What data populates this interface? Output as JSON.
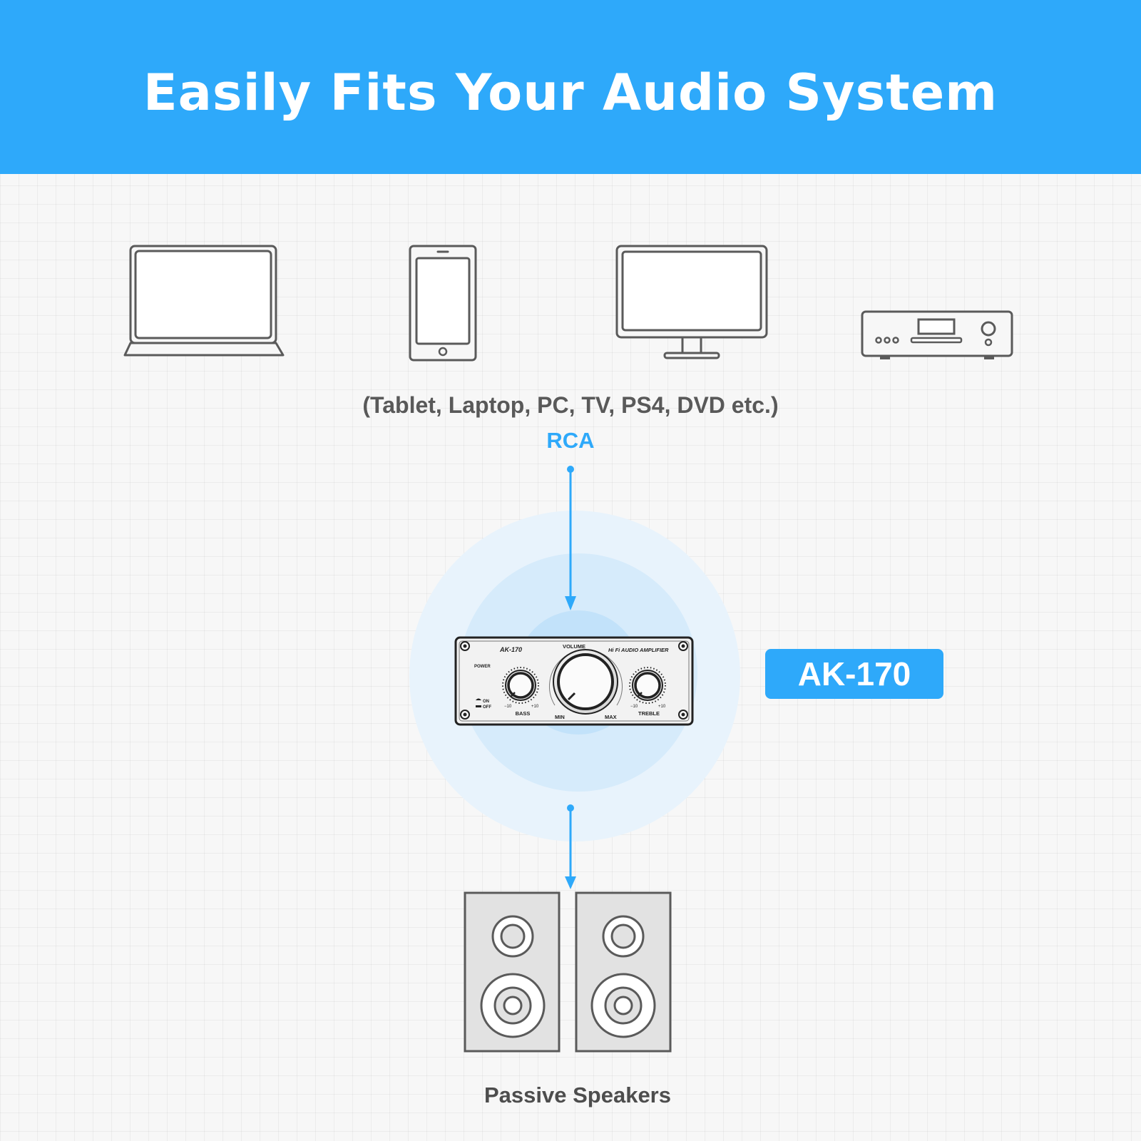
{
  "header": {
    "title": "Easily Fits Your Audio System",
    "background_color": "#2ea9fa"
  },
  "sources": {
    "devices": [
      {
        "icon": "laptop-icon"
      },
      {
        "icon": "smartphone-icon"
      },
      {
        "icon": "monitor-icon"
      },
      {
        "icon": "dvd-player-icon"
      }
    ],
    "caption": "(Tablet, Laptop, PC, TV, PS4, DVD etc.)"
  },
  "connection": {
    "label": "RCA",
    "color": "#2ea9fa"
  },
  "amplifier": {
    "model": "AK-170",
    "subtitle": "Hi Fi AUDIO AMPLIFIER",
    "power_label": "POWER",
    "on_label": "ON",
    "off_label": "OFF",
    "volume_label": "VOLUME",
    "volume_min": "MIN",
    "volume_max": "MAX",
    "bass_label": "BASS",
    "treble_label": "TREBLE",
    "scale_min": "−10",
    "scale_max": "+10"
  },
  "badge": {
    "text": "AK-170"
  },
  "output": {
    "icon": "passive-speakers-icon",
    "caption": "Passive Speakers"
  }
}
